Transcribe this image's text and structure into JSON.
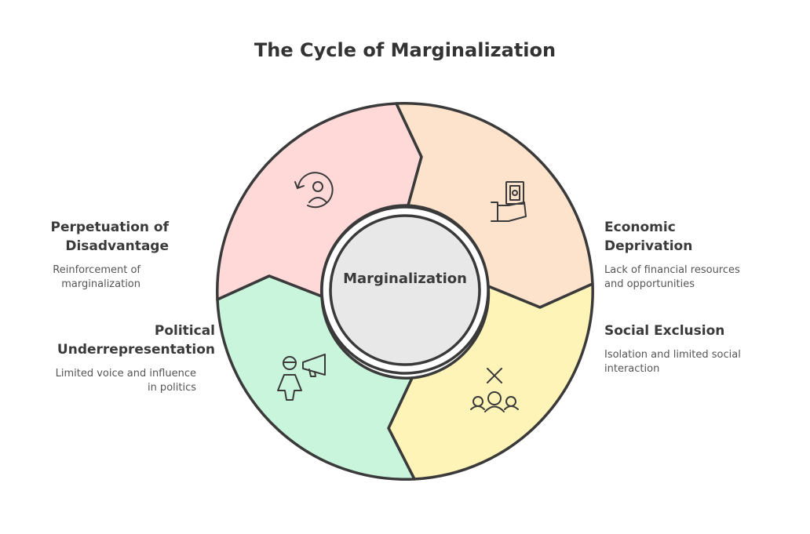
{
  "title": "The Cycle of Marginalization",
  "center": {
    "label": "Marginalization"
  },
  "segments": [
    {
      "name": "Economic Deprivation",
      "description": "Lack of financial resources and opportunities",
      "color": "#fde2cc",
      "icon": "hand-with-money-icon"
    },
    {
      "name": "Social Exclusion",
      "description": "Isolation and limited social interaction",
      "color": "#fff4b8",
      "icon": "group-excluded-icon"
    },
    {
      "name": "Political Underrepresentation",
      "description": "Limited voice and influence in politics",
      "color": "#c9f5dc",
      "icon": "person-megaphone-icon"
    },
    {
      "name": "Perpetuation of Disadvantage",
      "description": "Reinforcement of marginalization",
      "color": "#ffd8d8",
      "icon": "person-cycle-icon"
    }
  ],
  "labels": {
    "economic": {
      "title_line1": "Economic",
      "title_line2": "Deprivation",
      "desc_line1": "Lack of financial resources",
      "desc_line2": "and opportunities"
    },
    "social": {
      "title_line1": "Social Exclusion",
      "desc_line1": "Isolation and limited social",
      "desc_line2": "interaction"
    },
    "political": {
      "title_line1": "Political",
      "title_line2": "Underrepresentation",
      "desc_line1": "Limited voice and influence",
      "desc_line2": "in politics"
    },
    "perpetuation": {
      "title_line1": "Perpetuation of",
      "title_line2": "Disadvantage",
      "desc_line1": "Reinforcement of",
      "desc_line2": "marginalization"
    }
  }
}
